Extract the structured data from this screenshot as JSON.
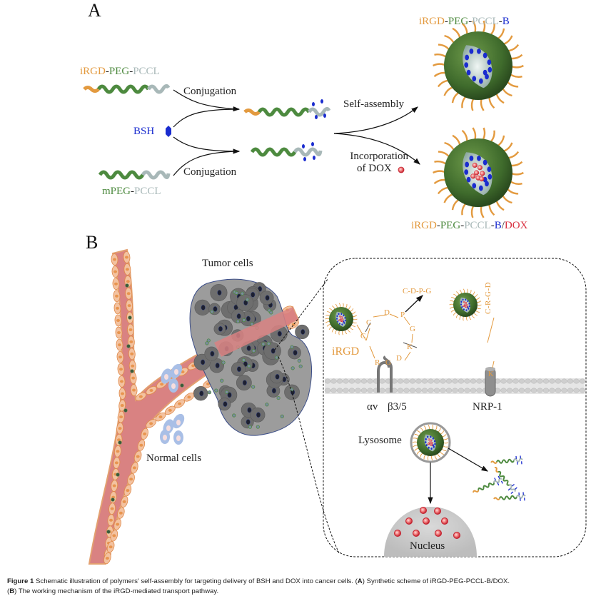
{
  "panel_a": {
    "letter": "A",
    "polymer1": {
      "parts": [
        "iRGD",
        "-",
        "PEG",
        "-",
        "PCCL"
      ]
    },
    "polymer2": {
      "parts": [
        "mPEG",
        "-",
        "PCCL"
      ]
    },
    "bsh_label": "BSH",
    "conjugation_top": "Conjugation",
    "conjugation_bottom": "Conjugation",
    "self_assembly": "Self-assembly",
    "incorporation_line1": "Incorporation",
    "incorporation_line2": "of DOX",
    "product1": {
      "parts": [
        "iRGD",
        "-",
        "PEG",
        "-",
        "PCCL",
        "-",
        "B"
      ]
    },
    "product2": {
      "parts": [
        "iRGD",
        "-",
        "PEG",
        "-",
        "PCCL",
        "-",
        "B",
        "/",
        "DOX"
      ]
    }
  },
  "panel_b": {
    "letter": "B",
    "tumor_cells": "Tumor cells",
    "normal_cells": "Normal cells",
    "irgd_label": "iRGD",
    "cleaved_fragment": "C-D-P-G",
    "peptide_ring": [
      "C",
      "D",
      "P",
      "G",
      "K",
      "D",
      "G",
      "R",
      "C"
    ],
    "crgd_chain": "C-R-G-D",
    "receptor_av": "αv",
    "receptor_b": "β3/5",
    "receptor_nrp": "NRP-1",
    "nrp_k": "K",
    "lysosome": "Lysosome",
    "nucleus": "Nucleus"
  },
  "caption": {
    "figure_label": "Figure 1",
    "text1": " Schematic illustration of polymers' self-assembly for targeting delivery of BSH and DOX into cancer cells. (",
    "a": "A",
    "text2": ") Synthetic scheme of iRGD-PEG-PCCL-B/DOX.",
    "text3": "(",
    "b": "B",
    "text4": ") The working mechanism of the iRGD-mediated transport pathway."
  },
  "colors": {
    "irgd": "#e39a3f",
    "peg": "#4d8a3f",
    "pccl": "#a8b8b8",
    "boron": "#1a2ccf",
    "dox": "#d93040",
    "vessel": "#d97b7b",
    "tumor": "#6b6b6b"
  }
}
